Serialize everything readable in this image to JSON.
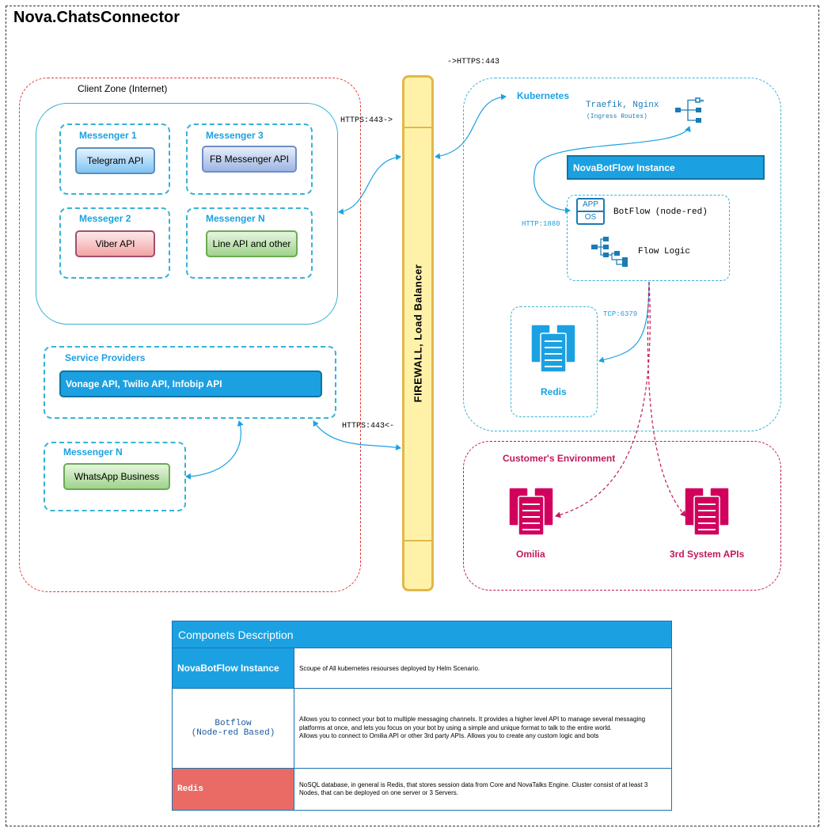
{
  "title": "Nova.ChatsConnector",
  "client_zone": {
    "title": "Client Zone (Internet)",
    "groups": [
      {
        "title": "Messenger 1",
        "api": "Telegram API"
      },
      {
        "title": "Messenger 3",
        "api": "FB Messenger API"
      },
      {
        "title": "Messeger 2",
        "api": "Viber API"
      },
      {
        "title": "Messenger N",
        "api": "Line API and other"
      }
    ],
    "service_providers": {
      "title": "Service Providers",
      "api": "Vonage API, Twilio API, Infobip API"
    },
    "messenger_n2": {
      "title": "Messenger N",
      "api": "WhatsApp Business"
    }
  },
  "firewall": {
    "label": "FIREWALL, Load Balancer"
  },
  "edge_labels": {
    "https_top": "->HTTPS:443",
    "https_in": "HTTPS:443->",
    "https_out": "HTTPS:443<-",
    "http_1880": "HTTP:1880",
    "tcp_6379": "TCP:6379"
  },
  "kubernetes": {
    "title": "Kubernetes",
    "ingress": {
      "name": "Traefik, Nginx",
      "sub": "(Ingress Routes)"
    },
    "instance": "NovaBotFlow Instance",
    "botflow": {
      "badge_top": "APP",
      "badge_bottom": "OS",
      "name": "BotFlow (node-red)",
      "logic": "Flow Logic"
    },
    "redis": "Redis"
  },
  "customer": {
    "title": "Customer's Environment",
    "omilia": "Omilia",
    "apis": "3rd System APIs"
  },
  "description": {
    "header": "Componets Description",
    "rows": [
      {
        "name": "NovaBotFlow Instance",
        "text": "Scoupe of All kubernetes resourses  deployed by Helm Scenario."
      },
      {
        "name_line1": "Botflow",
        "name_line2": "(Node-red Based)",
        "text_p1": "Allows you to connect your bot to multiple messaging channels. It provides a higher level API to manage several messaging platforms at once, and lets you focus on your bot by using a simple and unique format to talk to the entire world.",
        "text_p2": "Allows you to connect  to Omilia API or other 3rd party APIs. Allows you to create any custom logic and bots"
      },
      {
        "name": "Redis",
        "text": "NoSQL database, in general is Redis, that stores session data from Core and NovaTalks Engine. Cluster consist of at least 3 Nodes, that can be deployed on one server or 3 Servers."
      }
    ]
  },
  "colors": {
    "accent_blue": "#1ba1e2",
    "zone_red": "#e53935",
    "customer_magenta": "#c2185b",
    "firewall_fill": "#fff2a8",
    "redis_row": "#ea6b66"
  },
  "icons": [
    "network-icon",
    "hierarchy-icon",
    "server-icon"
  ]
}
